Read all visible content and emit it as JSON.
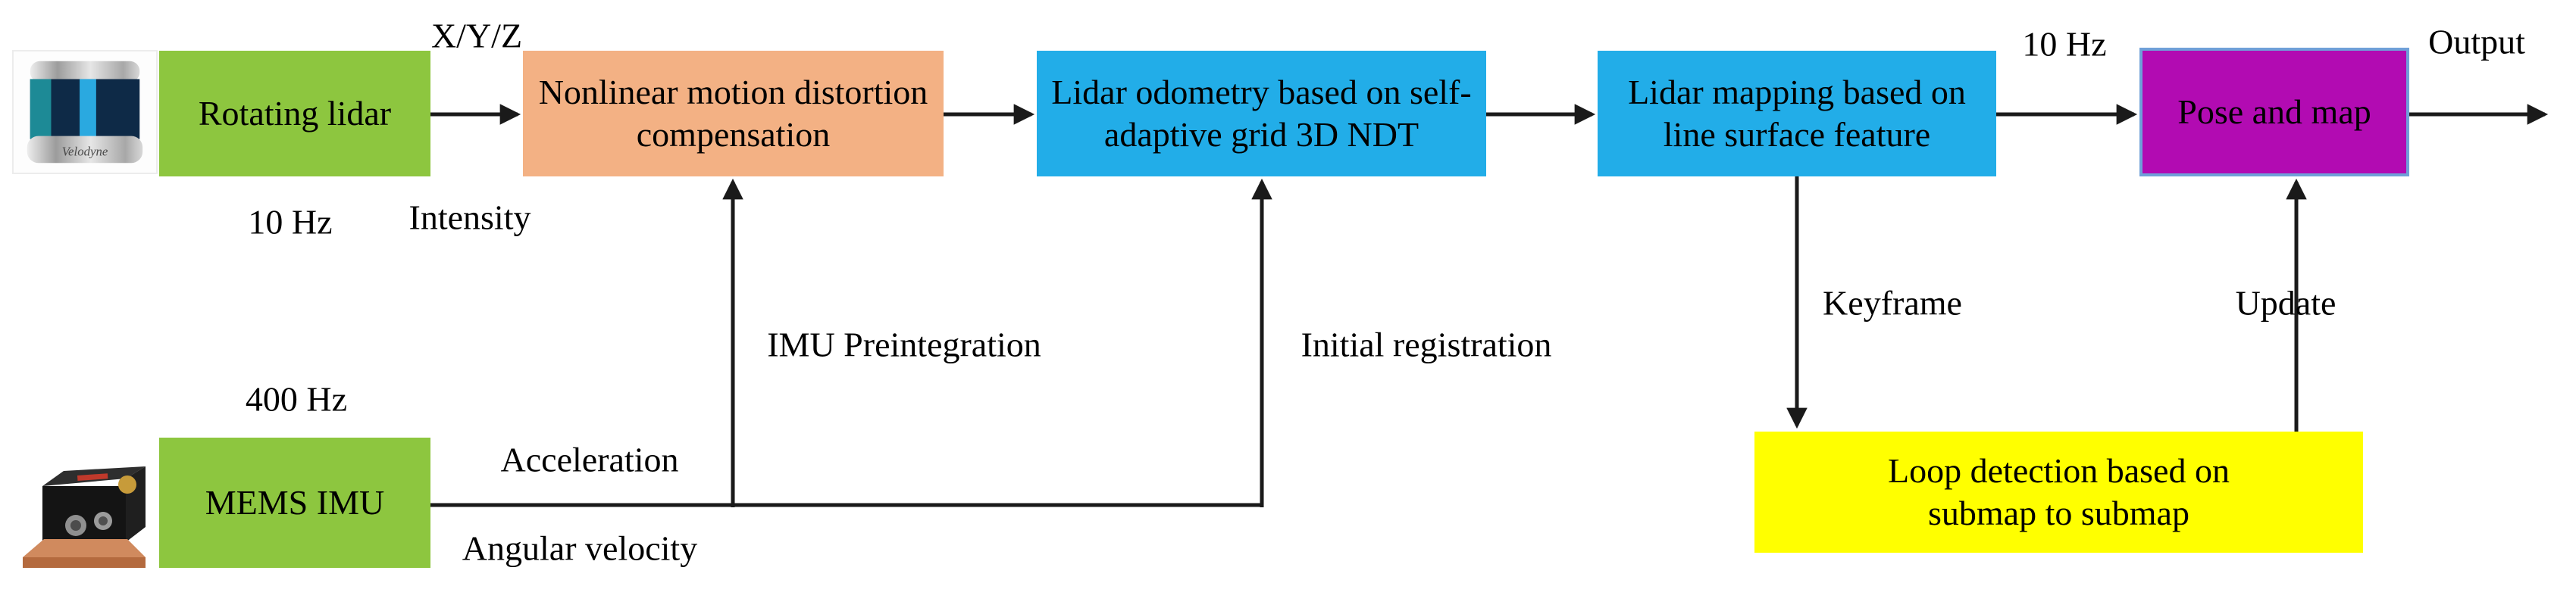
{
  "nodes": {
    "rotating_lidar": {
      "label": "Rotating lidar"
    },
    "distortion_compensation": {
      "label": "Nonlinear motion distortion compensation"
    },
    "lidar_odometry": {
      "label": "Lidar odometry based on self-adaptive grid 3D NDT"
    },
    "lidar_mapping": {
      "label": "Lidar mapping based on line surface feature"
    },
    "pose_and_map": {
      "label": "Pose and map"
    },
    "mems_imu": {
      "label": "MEMS IMU"
    },
    "loop_detection": {
      "label": "Loop detection based on submap to submap"
    }
  },
  "edge_labels": {
    "xyz": "X/Y/Z",
    "lidar_rate": "10 Hz",
    "intensity": "Intensity",
    "imu_rate": "400 Hz",
    "acceleration": "Acceleration",
    "angular_velocity": "Angular velocity",
    "imu_preintegration": "IMU Preintegration",
    "initial_registration": "Initial registration",
    "keyframe": "Keyframe",
    "update": "Update",
    "mapping_rate": "10 Hz",
    "output": "Output"
  },
  "devices": {
    "lidar_brand": "Velodyne"
  },
  "colors": {
    "node_green": "#8DC63F",
    "node_orange": "#F3B184",
    "node_blue": "#22ADE8",
    "node_purple": "#B20BB2",
    "node_purple_border": "#6FA0D8",
    "node_yellow": "#FFFF00",
    "line": "#1A1A1A"
  }
}
